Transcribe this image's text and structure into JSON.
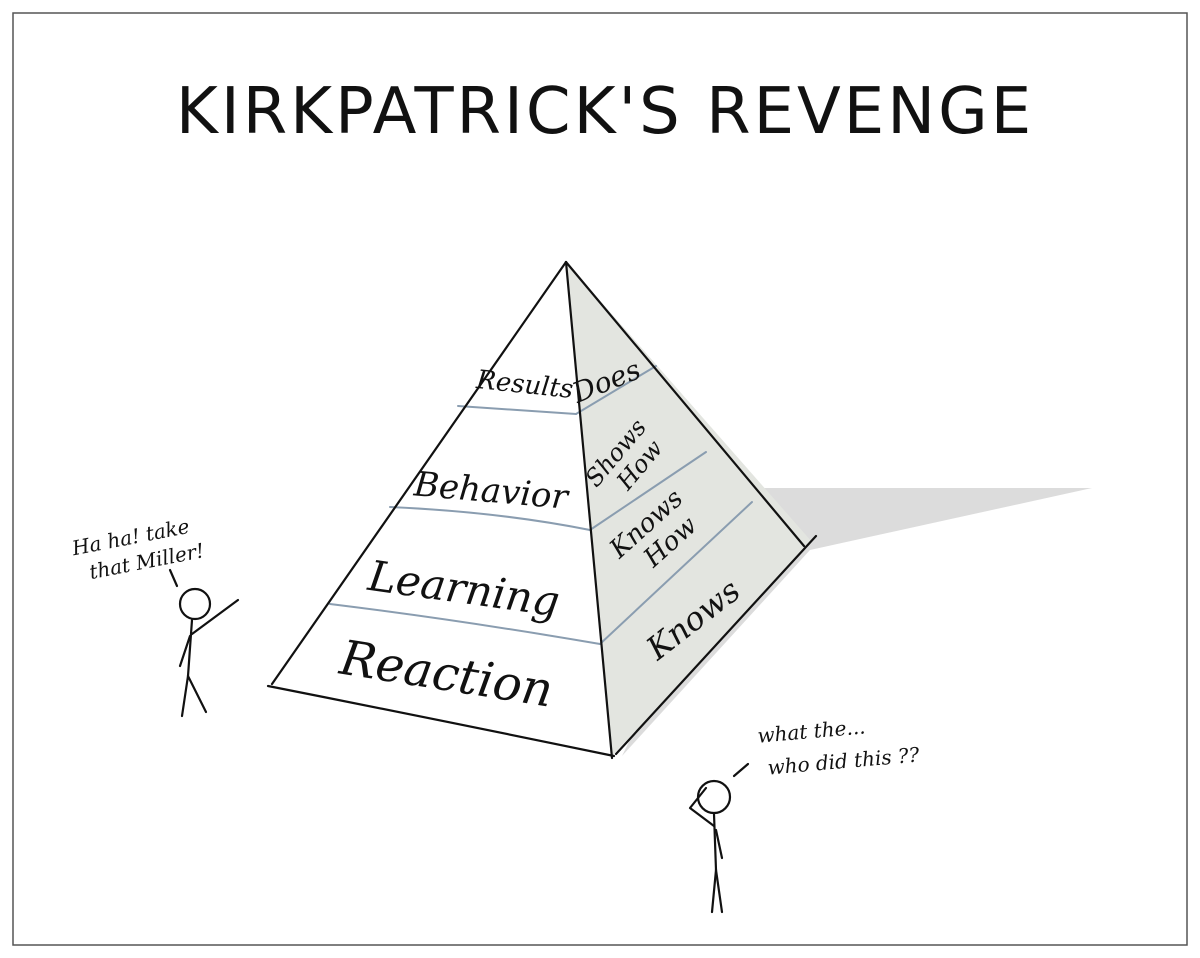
{
  "title": "KIRKPATRICK'S REVENGE",
  "front_levels": [
    "Results",
    "Behavior",
    "Learning",
    "Reaction"
  ],
  "side_levels": [
    {
      "line1": "Does",
      "line2": ""
    },
    {
      "line1": "Shows",
      "line2": "How"
    },
    {
      "line1": "Knows",
      "line2": "How"
    },
    {
      "line1": "Knows",
      "line2": ""
    }
  ],
  "speech_left": {
    "line1": "Ha ha! take",
    "line2": "that Miller!"
  },
  "speech_right": {
    "line1": "what the...",
    "line2": "who did this ??"
  },
  "colors": {
    "frame": "#555555",
    "ink": "#111111",
    "side_face": "#e3e5e0",
    "shadow": "#dcdcdc",
    "divider": "#8a9db0"
  }
}
